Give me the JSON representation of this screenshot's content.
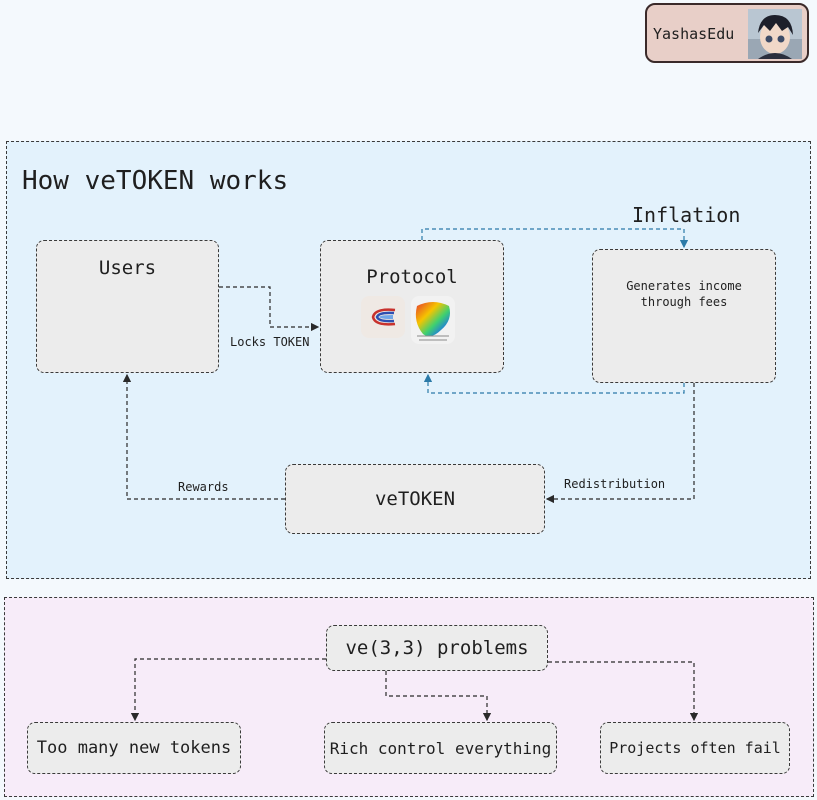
{
  "brand": {
    "name": "YashasEdu"
  },
  "how_it_works": {
    "title": "How veTOKEN works",
    "inflation_label": "Inflation",
    "users": {
      "label": "Users"
    },
    "protocol": {
      "label": "Protocol"
    },
    "income": {
      "line1": "Generates income",
      "line2": "through fees"
    },
    "vetoken": {
      "label": "veTOKEN"
    },
    "edges": {
      "locks": "Locks TOKEN",
      "rewards": "Rewards",
      "redistribution": "Redistribution"
    }
  },
  "problems": {
    "title": "ve(3,3) problems",
    "items": [
      "Too many new tokens",
      "Rich control everything",
      "Projects often fail"
    ]
  },
  "colors": {
    "panel_blue": "#e3f2fc",
    "panel_pink": "#f7ecf9",
    "node_gray": "#ececec",
    "inflation_arrow": "#2b7aa8"
  }
}
